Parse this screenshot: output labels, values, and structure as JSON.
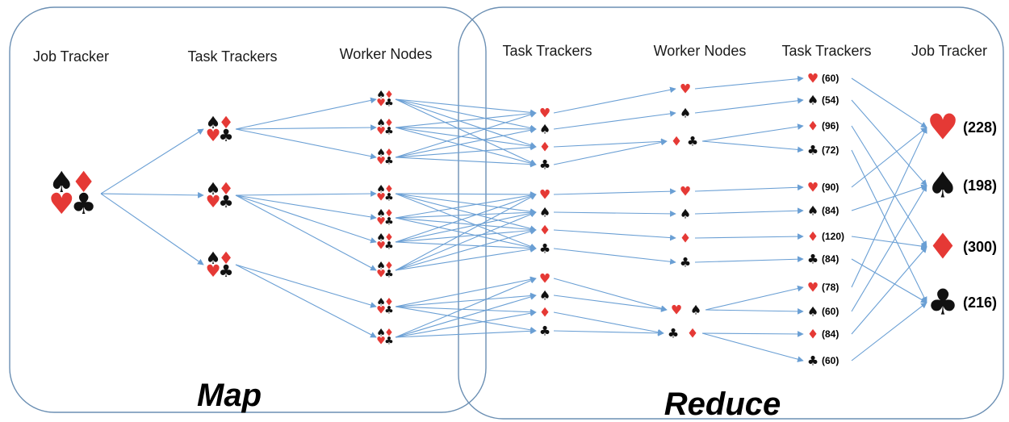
{
  "colors": {
    "red": "#e53935",
    "black": "#111111",
    "arrow": "#6a9fd4",
    "frame": "#6b8fb3"
  },
  "phases": {
    "map": "Map",
    "reduce": "Reduce"
  },
  "headers": {
    "map_job_tracker": "Job Tracker",
    "map_task_trackers": "Task Trackers",
    "map_worker_nodes": "Worker Nodes",
    "reduce_task_trackers_1": "Task Trackers",
    "reduce_worker_nodes": "Worker Nodes",
    "reduce_task_trackers_2": "Task Trackers",
    "reduce_job_tracker": "Job Tracker"
  },
  "icons": {
    "spade": "spade-icon",
    "heart": "heart-icon",
    "diamond": "diamond-icon",
    "club": "club-icon"
  },
  "reduce_counts": [
    {
      "suit": "heart",
      "count": "(60)"
    },
    {
      "suit": "spade",
      "count": "(54)"
    },
    {
      "suit": "diamond",
      "count": "(96)"
    },
    {
      "suit": "club",
      "count": "(72)"
    },
    {
      "suit": "heart",
      "count": "(90)"
    },
    {
      "suit": "spade",
      "count": "(84)"
    },
    {
      "suit": "diamond",
      "count": "(120)"
    },
    {
      "suit": "club",
      "count": "(84)"
    },
    {
      "suit": "heart",
      "count": "(78)"
    },
    {
      "suit": "spade",
      "count": "(60)"
    },
    {
      "suit": "diamond",
      "count": "(84)"
    },
    {
      "suit": "club",
      "count": "(60)"
    }
  ],
  "final_totals": [
    {
      "suit": "heart",
      "count": "(228)"
    },
    {
      "suit": "spade",
      "count": "(198)"
    },
    {
      "suit": "diamond",
      "count": "(300)"
    },
    {
      "suit": "club",
      "count": "(216)"
    }
  ]
}
